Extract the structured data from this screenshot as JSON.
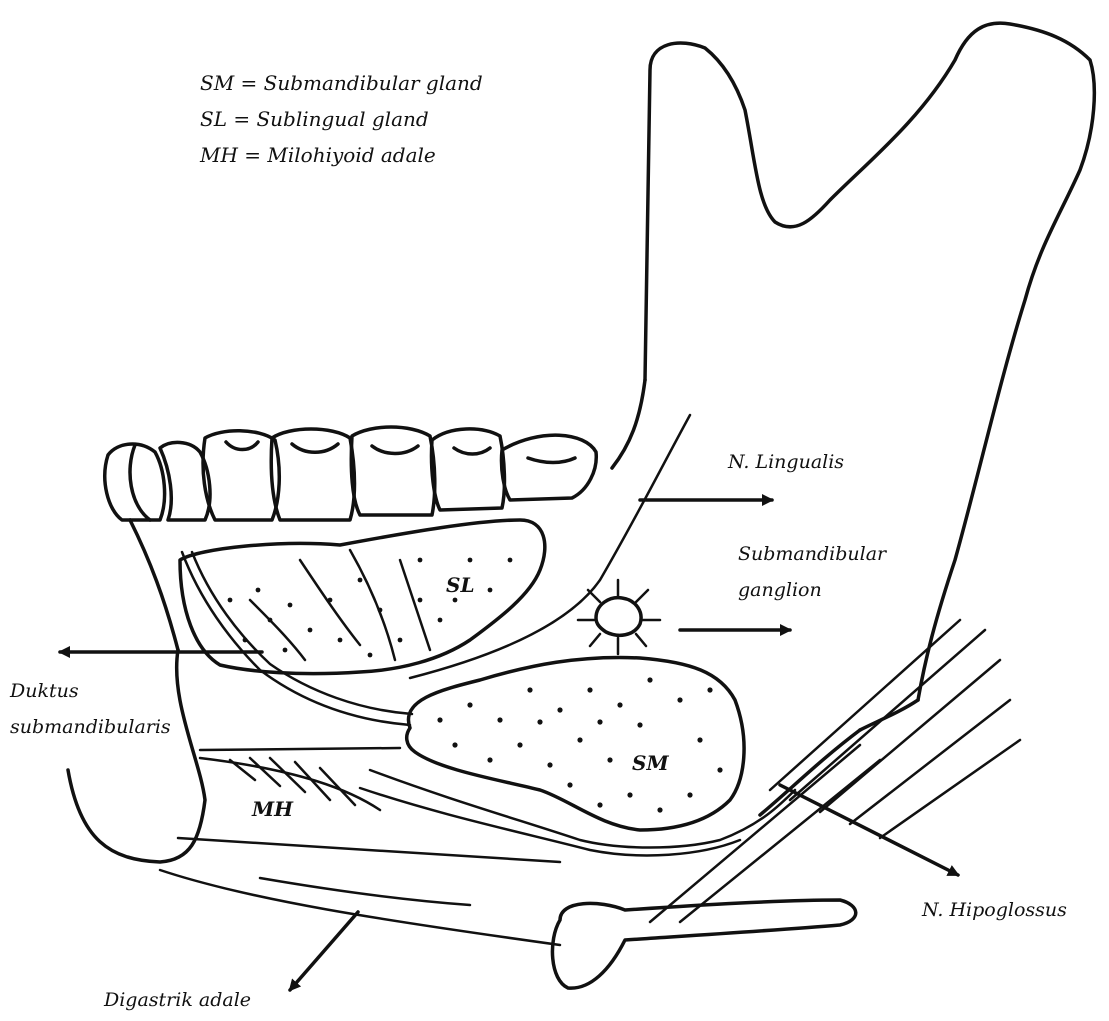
{
  "legend": [
    "SM = Submandibular gland",
    "SL = Sublingual gland",
    "MH = Milohiyoid adale"
  ],
  "labels": {
    "n_lingualis": "N. Lingualis",
    "submandibular_ganglion_1": "Submandibular",
    "submandibular_ganglion_2": "ganglion",
    "duktus_1": "Duktus",
    "duktus_2": "submandibularis",
    "n_hipoglossus": "N. Hipoglossus",
    "digastrik": "Digastrik adale"
  },
  "abbreviations": {
    "sl": "SL",
    "sm": "SM",
    "mh": "MH"
  },
  "colors": {
    "ink": "#111111",
    "background": "#ffffff"
  }
}
